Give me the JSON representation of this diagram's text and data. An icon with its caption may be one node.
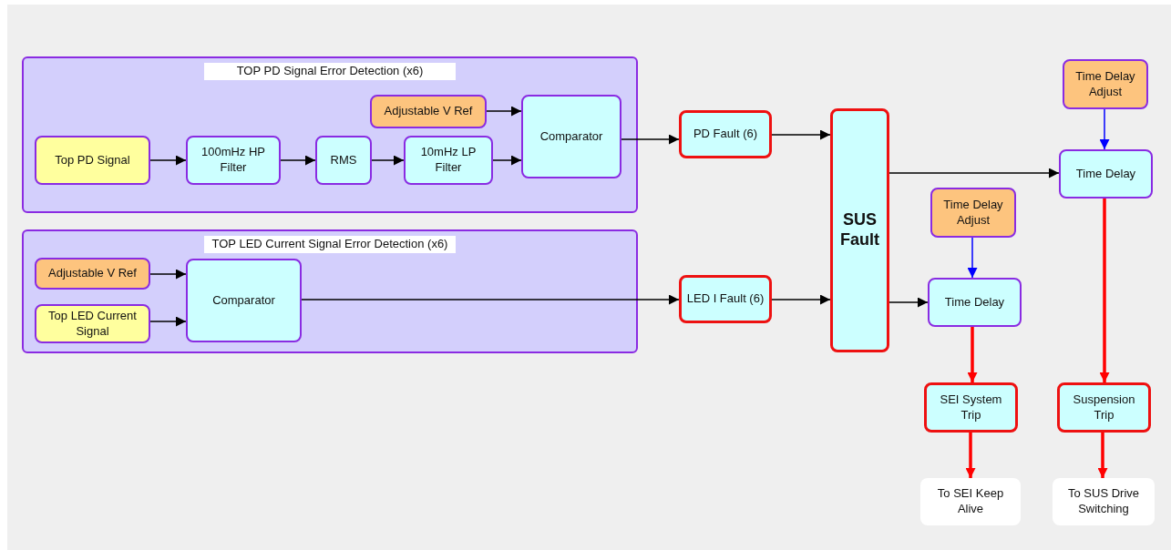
{
  "diagram": {
    "nodes": [
      {
        "text": [
          "TOP PD Signal Error Detection (x6)"
        ]
      },
      {
        "text": [
          "Top PD Signal"
        ],
        "in": 0
      },
      {
        "text": [
          "100mHz HP Filter"
        ],
        "in": 0
      },
      {
        "text": [
          "RMS"
        ],
        "in": 0
      },
      {
        "text": [
          "10mHz LP Filter"
        ],
        "in": 0
      },
      {
        "text": [
          "Adjustable V Ref"
        ],
        "in": 0
      },
      {
        "text": [
          "Comparator"
        ],
        "in": 0
      },
      {
        "text": [
          "TOP LED Current Signal Error Detection (x6)"
        ]
      },
      {
        "text": [
          "Adjustable V Ref"
        ],
        "in": 7
      },
      {
        "text": [
          "Top LED Current Signal"
        ],
        "in": 7
      },
      {
        "text": [
          "Comparator"
        ],
        "in": 7
      },
      {
        "text": [
          "PD Fault (6)"
        ]
      },
      {
        "text": [
          "LED I Fault (6)"
        ]
      },
      {
        "text": [
          "SUS Fault"
        ]
      },
      {
        "text": [
          "Time Delay Adjust"
        ]
      },
      {
        "text": [
          "Time Delay"
        ]
      },
      {
        "text": [
          "Time Delay Adjust"
        ]
      },
      {
        "text": [
          "Time Delay"
        ]
      },
      {
        "text": [
          "SEI System Trip"
        ]
      },
      {
        "text": [
          "Suspension Trip"
        ]
      },
      {
        "text": [
          "To SEI Keep Alive"
        ]
      },
      {
        "text": [
          "To SUS Drive Switching"
        ]
      }
    ],
    "edges": [
      {
        "from": 1,
        "to": 2,
        "arrow": "to"
      },
      {
        "from": 2,
        "to": 3,
        "arrow": "to"
      },
      {
        "from": 3,
        "to": 4,
        "arrow": "to"
      },
      {
        "from": 5,
        "to": 6,
        "arrow": "to"
      },
      {
        "from": 4,
        "to": 6,
        "arrow": "to"
      },
      {
        "from": 6,
        "to": 11,
        "arrow": "to"
      },
      {
        "from": 8,
        "to": 10,
        "arrow": "to"
      },
      {
        "from": 9,
        "to": 10,
        "arrow": "to"
      },
      {
        "from": 10,
        "to": 12,
        "arrow": "to"
      },
      {
        "from": 11,
        "to": 13,
        "arrow": "to"
      },
      {
        "from": 12,
        "to": 13,
        "arrow": "to"
      },
      {
        "from": 13,
        "to": 15,
        "arrow": "to"
      },
      {
        "from": 13,
        "to": 17,
        "arrow": "to"
      },
      {
        "from": 14,
        "to": 15,
        "arrow": "to",
        "color": "#0000ff"
      },
      {
        "from": 16,
        "to": 17,
        "arrow": "to",
        "color": "#0000ff"
      },
      {
        "from": 17,
        "to": 18,
        "arrow": "to",
        "style": "thick",
        "color": "#ff0000"
      },
      {
        "from": 15,
        "to": 19,
        "arrow": "to",
        "style": "thick",
        "color": "#ff0000"
      },
      {
        "from": 18,
        "to": 20,
        "arrow": "to",
        "style": "thick",
        "color": "#ff0000"
      },
      {
        "from": 19,
        "to": 21,
        "arrow": "to",
        "style": "thick",
        "color": "#ff0000"
      }
    ]
  }
}
